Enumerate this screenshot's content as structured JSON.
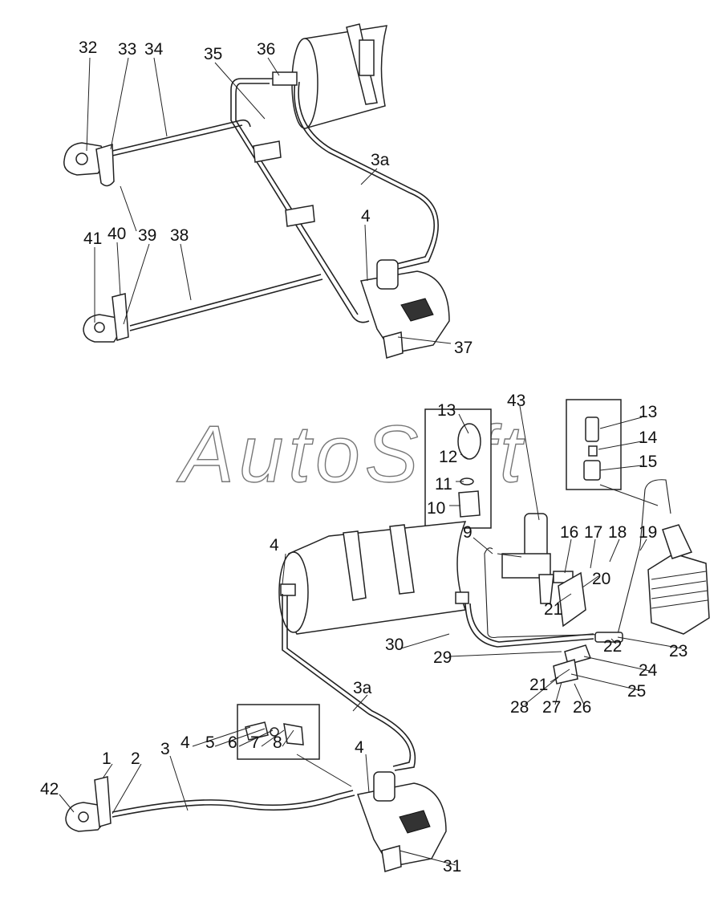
{
  "watermark": "AutoSoft",
  "labels": [
    "32",
    "33",
    "34",
    "35",
    "36",
    "3a",
    "41",
    "40",
    "39",
    "38",
    "4",
    "37",
    "43",
    "13",
    "12",
    "11",
    "10",
    "13",
    "14",
    "15",
    "9",
    "16",
    "17",
    "18",
    "19",
    "20",
    "21",
    "4",
    "22",
    "23",
    "30",
    "29",
    "24",
    "21",
    "25",
    "28",
    "27",
    "26",
    "3a",
    "4",
    "5",
    "6",
    "7",
    "8",
    "4",
    "1",
    "2",
    "3",
    "42",
    "31"
  ]
}
